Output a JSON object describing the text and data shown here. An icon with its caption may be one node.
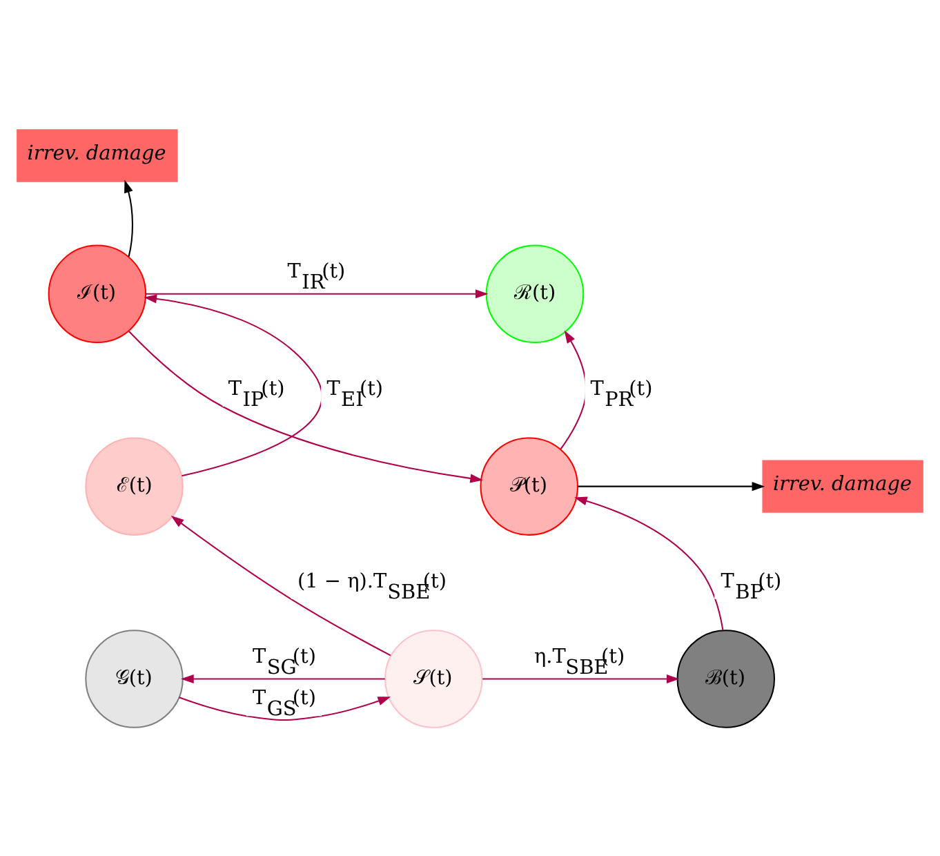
{
  "diagram": {
    "nodes": [
      {
        "text": [
          "irrev. damage"
        ]
      },
      {
        "text": [
          "ℐ(t)"
        ]
      },
      {
        "text": [
          "ℛ(t)"
        ]
      },
      {
        "text": [
          "ℰ(t)"
        ]
      },
      {
        "text": [
          "𝒫(t)"
        ]
      },
      {
        "text": [
          "irrev. damage"
        ]
      },
      {
        "text": [
          "𝒢(t)"
        ]
      },
      {
        "text": [
          "𝒮(t)"
        ]
      },
      {
        "text": [
          "ℬ(t)"
        ]
      }
    ],
    "edges": [
      {
        "from": 1,
        "to": 0,
        "arrow": "to",
        "color": "#000000"
      },
      {
        "from": 1,
        "to": 2,
        "arrow": "to",
        "label": "T$_{IR}$(t)"
      },
      {
        "from": 1,
        "to": 4,
        "arrow": "to",
        "label": "T$_{IP}$(t)"
      },
      {
        "from": 3,
        "to": 1,
        "arrow": "to",
        "label": "T$_{EI}$(t)"
      },
      {
        "from": 4,
        "to": 2,
        "arrow": "to",
        "label": "T$_{PR}$(t)"
      },
      {
        "from": 4,
        "to": 5,
        "arrow": "to",
        "color": "#000000"
      },
      {
        "from": 7,
        "to": 3,
        "arrow": "to",
        "label": "(1 − η).T$_{SBE}$(t)"
      },
      {
        "from": 8,
        "to": 4,
        "arrow": "to",
        "label": "T$_{BP}$(t)"
      },
      {
        "from": 7,
        "to": 6,
        "arrow": "to",
        "label": "T$_{SG}$(t)"
      },
      {
        "from": 6,
        "to": 7,
        "arrow": "to",
        "label": "T$_{GS}$(t)"
      },
      {
        "from": 7,
        "to": 8,
        "arrow": "to",
        "label": "η.T$_{SBE}$(t)"
      }
    ]
  }
}
